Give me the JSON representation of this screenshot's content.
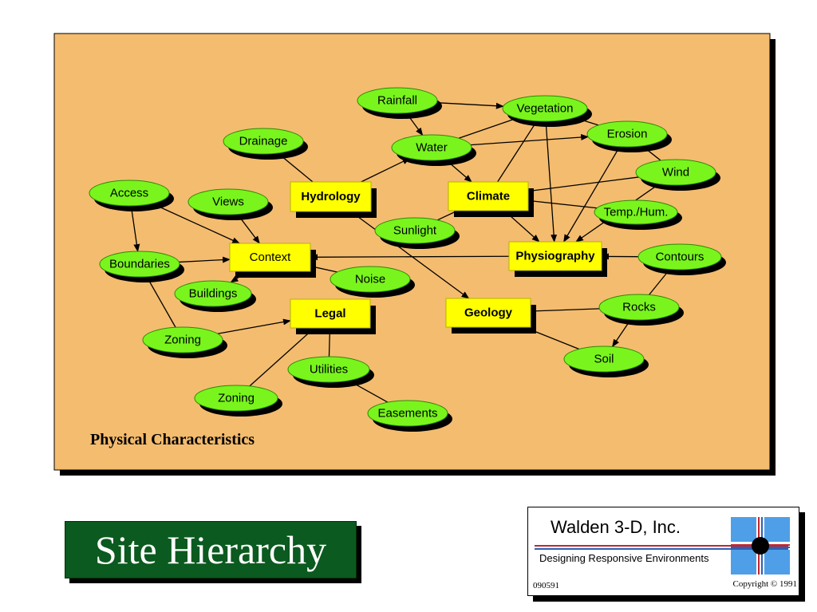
{
  "diagram": {
    "caption": "Physical Characteristics",
    "rect_nodes": [
      {
        "id": "hydrology",
        "label": "Hydrology"
      },
      {
        "id": "climate",
        "label": "Climate"
      },
      {
        "id": "context",
        "label": "Context"
      },
      {
        "id": "physiography",
        "label": "Physiography"
      },
      {
        "id": "legal",
        "label": "Legal"
      },
      {
        "id": "geology",
        "label": "Geology"
      }
    ],
    "oval_nodes": [
      {
        "id": "rainfall",
        "label": "Rainfall"
      },
      {
        "id": "vegetation",
        "label": "Vegetation"
      },
      {
        "id": "drainage",
        "label": "Drainage"
      },
      {
        "id": "water",
        "label": "Water"
      },
      {
        "id": "erosion",
        "label": "Erosion"
      },
      {
        "id": "wind",
        "label": "Wind"
      },
      {
        "id": "access",
        "label": "Access"
      },
      {
        "id": "views",
        "label": "Views"
      },
      {
        "id": "temp",
        "label": "Temp./Hum."
      },
      {
        "id": "sunlight",
        "label": "Sunlight"
      },
      {
        "id": "boundaries",
        "label": "Boundaries"
      },
      {
        "id": "contours",
        "label": "Contours"
      },
      {
        "id": "noise",
        "label": "Noise"
      },
      {
        "id": "buildings",
        "label": "Buildings"
      },
      {
        "id": "rocks",
        "label": "Rocks"
      },
      {
        "id": "zoning1",
        "label": "Zoning"
      },
      {
        "id": "soil",
        "label": "Soil"
      },
      {
        "id": "utilities",
        "label": "Utilities"
      },
      {
        "id": "zoning2",
        "label": "Zoning"
      },
      {
        "id": "easements",
        "label": "Easements"
      }
    ],
    "edges": [
      {
        "from": "rainfall",
        "to": "vegetation",
        "arrow": true
      },
      {
        "from": "rainfall",
        "to": "water",
        "arrow": true
      },
      {
        "from": "hydrology",
        "to": "water",
        "arrow": true
      },
      {
        "from": "water",
        "to": "climate",
        "arrow": true
      },
      {
        "from": "water",
        "to": "erosion",
        "arrow": true
      },
      {
        "from": "water",
        "to": "vegetation",
        "arrow": false
      },
      {
        "from": "vegetation",
        "to": "climate",
        "arrow": false
      },
      {
        "from": "vegetation",
        "to": "physiography",
        "arrow": true
      },
      {
        "from": "vegetation",
        "to": "erosion",
        "arrow": false
      },
      {
        "from": "erosion",
        "to": "wind",
        "arrow": false
      },
      {
        "from": "erosion",
        "to": "physiography",
        "arrow": true
      },
      {
        "from": "drainage",
        "to": "hydrology",
        "arrow": false
      },
      {
        "from": "hydrology",
        "to": "geology",
        "arrow": true
      },
      {
        "from": "wind",
        "to": "climate",
        "arrow": false
      },
      {
        "from": "wind",
        "to": "physiography",
        "arrow": true
      },
      {
        "from": "climate",
        "to": "temp",
        "arrow": false
      },
      {
        "from": "climate",
        "to": "physiography",
        "arrow": true
      },
      {
        "from": "climate",
        "to": "sunlight",
        "arrow": false
      },
      {
        "from": "access",
        "to": "boundaries",
        "arrow": true
      },
      {
        "from": "access",
        "to": "context",
        "arrow": true
      },
      {
        "from": "views",
        "to": "context",
        "arrow": true
      },
      {
        "from": "boundaries",
        "to": "context",
        "arrow": true
      },
      {
        "from": "boundaries",
        "to": "zoning1",
        "arrow": false
      },
      {
        "from": "context",
        "to": "buildings",
        "arrow": true
      },
      {
        "from": "context",
        "to": "noise",
        "arrow": false
      },
      {
        "from": "physiography",
        "to": "context",
        "arrow": true
      },
      {
        "from": "contours",
        "to": "physiography",
        "arrow": true
      },
      {
        "from": "contours",
        "to": "rocks",
        "arrow": false
      },
      {
        "from": "rocks",
        "to": "geology",
        "arrow": false
      },
      {
        "from": "rocks",
        "to": "soil",
        "arrow": true
      },
      {
        "from": "geology",
        "to": "soil",
        "arrow": false
      },
      {
        "from": "zoning1",
        "to": "legal",
        "arrow": true
      },
      {
        "from": "zoning2",
        "to": "legal",
        "arrow": false
      },
      {
        "from": "utilities",
        "to": "legal",
        "arrow": false
      },
      {
        "from": "easements",
        "to": "utilities",
        "arrow": false
      }
    ]
  },
  "title": "Site Hierarchy",
  "logo": {
    "company": "Walden 3-D, Inc.",
    "tagline": "Designing Responsive Environments",
    "code": "090591",
    "copyright": "Copyright © 1991"
  },
  "colors": {
    "panel": "#f4bc6f",
    "oval": "#79f51d",
    "rect": "#ffff00",
    "title_bg": "#0b5a1f",
    "logo_blue": "#4f9fe8",
    "logo_red": "#c2272d"
  }
}
